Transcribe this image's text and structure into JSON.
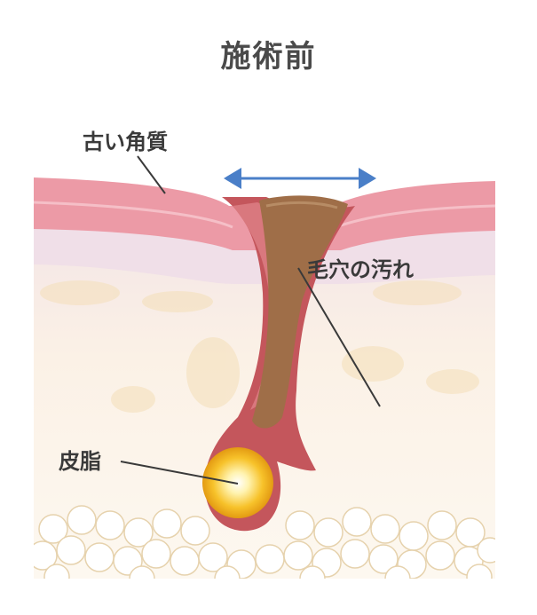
{
  "title": "施術前",
  "labels": {
    "old_keratin": "古い角質",
    "pore_dirt": "毛穴の汚れ",
    "sebum": "皮脂"
  },
  "colors": {
    "text": "#3a3a3a",
    "arrow": "#4a7fc8",
    "skin_surface": "#e59aa6",
    "pore_wall": "#b8505a",
    "dirt": "#9b6b45",
    "sebum_core": "#f5b41c",
    "fat_cells": "#e8d4b0"
  },
  "icons": [
    "double-headed-arrow-icon"
  ]
}
